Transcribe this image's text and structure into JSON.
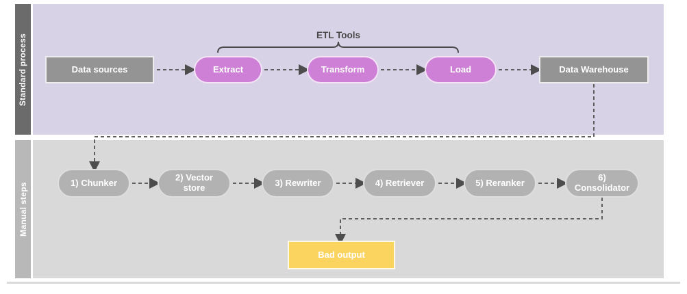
{
  "diagram": {
    "lanes": [
      {
        "id": "standard-process",
        "label": "Standard process"
      },
      {
        "id": "manual-steps",
        "label": "Manual steps"
      }
    ],
    "annotation": {
      "etl_tools": "ETL Tools"
    },
    "standard_process": {
      "data_sources": "Data sources",
      "extract": "Extract",
      "transform": "Transform",
      "load": "Load",
      "data_warehouse": "Data Warehouse"
    },
    "manual_steps": {
      "steps": [
        "1) Chunker",
        "2) Vector store",
        "3) Rewriter",
        "4) Retriever",
        "5) Reranker",
        "6) Consolidator"
      ],
      "bad_output": "Bad output"
    },
    "colors": {
      "standard_lane_bg": "#d8d2e6",
      "standard_lane_bar": "#6b6b6b",
      "manual_lane_bg": "#d9d9d9",
      "manual_lane_bar": "#b8b8b8",
      "etl_pill": "#cd80d5",
      "gray_box": "#949494",
      "manual_pill": "#b2b2b2",
      "bad_output_box": "#fbd45f",
      "connector": "#5e5e5e",
      "bracket": "#4a4a4a"
    }
  }
}
